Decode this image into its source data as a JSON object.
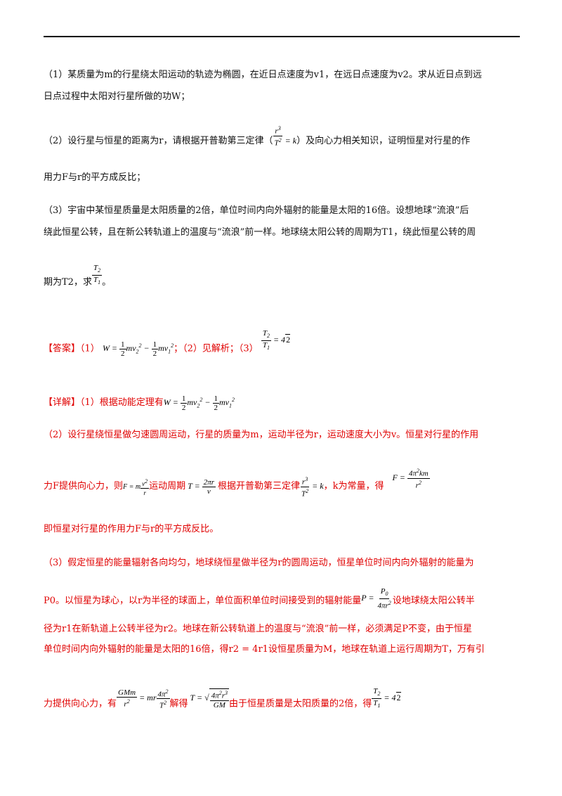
{
  "q1": {
    "line1": "（1）某质量为m的行星绕太阳运动的轨迹为椭圆，在近日点速度为v1，在远日点速度为v2。求从近日点到远",
    "line2": "日点过程中太阳对行星所做的功W；"
  },
  "q2": {
    "pre": "（2）设行星与恒星的距离为r，请根据开普勒第三定律（",
    "post": "）及向心力相关知识，证明恒星对行星的作",
    "line2": "用力F与r的平方成反比；"
  },
  "q3": {
    "line1": "（3）宇宙中某恒星质量是太阳质量的2倍，单位时间内向外辐射的能量是太阳的16倍。设想地球“流浪”后",
    "line2": "绕此恒星公转，且在新公转轨道上的温度与“流浪”前一样。地球绕太阳公转的周期为T1，绕此恒星公转的周",
    "line3_pre": "期为T2，求",
    "line3_post": "。"
  },
  "answer": {
    "tag": "【答案】",
    "p1": "（1）",
    "p2": "；（2）见解析；（3）"
  },
  "detail": {
    "tag": "【详解】",
    "d1": "（1）根据动能定理有",
    "d2_line1": "（2）设行星绕恒星做匀速圆周运动，行星的质量为m，运动半径为r，运动速度大小为v。恒星对行星的作用",
    "d2_a": "力F提供向心力，则",
    "d2_b": "运动周期",
    "d2_c": "根据开普勒第三定律",
    "d2_d": "，k为常量，得",
    "d2_line3": "即恒星对行星的作用力F与r的平方成反比。",
    "d3_line1": "（3）假定恒星的能量辐射各向均匀，地球绕恒星做半径为r的圆周运动，恒星单位时间内向外辐射的能量为",
    "d3_a": "P0。以恒星为球心，以r为半径的球面上，单位面积单位时间接受到的辐射能量",
    "d3_b": "设地球绕太阳公转半",
    "d3_line3": "径为r1在新轨道上公转半径为r2。地球在新公转轨道上的温度与“流浪”前一样，必须满足P不变，由于恒星",
    "d3_line4": "单位时间内向外辐射的能量是太阳的16倍，得r2 = 4r1设恒星质量为M，地球在轨道上运行周期为T，万有引",
    "d3_e": "力提供向心力，有",
    "d3_f": "解得",
    "d3_g": "由于恒星质量是太阳质量的2倍，得"
  }
}
